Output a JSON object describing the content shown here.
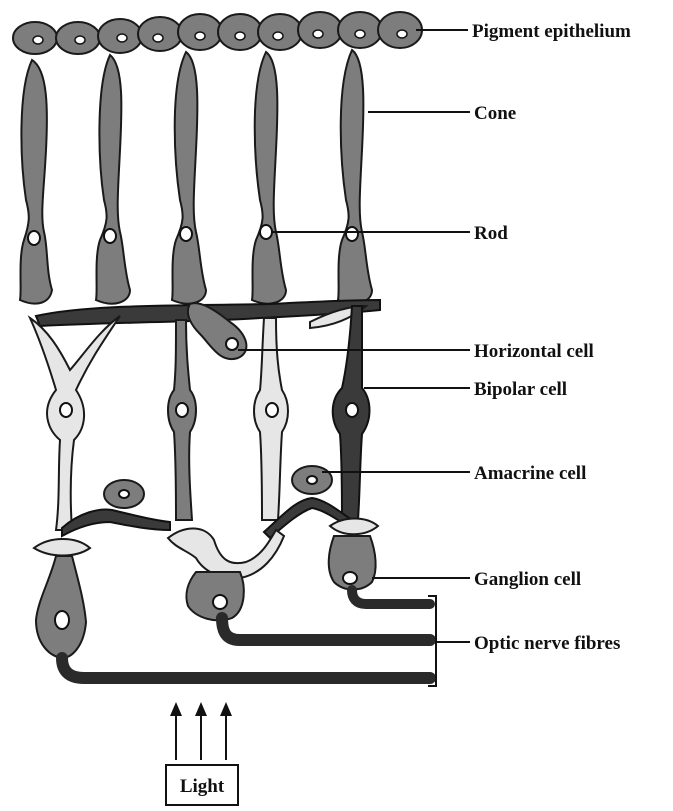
{
  "labels": {
    "pigment_epithelium": "Pigment epithelium",
    "cone": "Cone",
    "rod": "Rod",
    "horizontal_cell": "Horizontal cell",
    "bipolar_cell": "Bipolar cell",
    "amacrine_cell": "Amacrine cell",
    "ganglion_cell": "Ganglion cell",
    "optic_nerve_fibres": "Optic nerve fibres",
    "light": "Light"
  }
}
